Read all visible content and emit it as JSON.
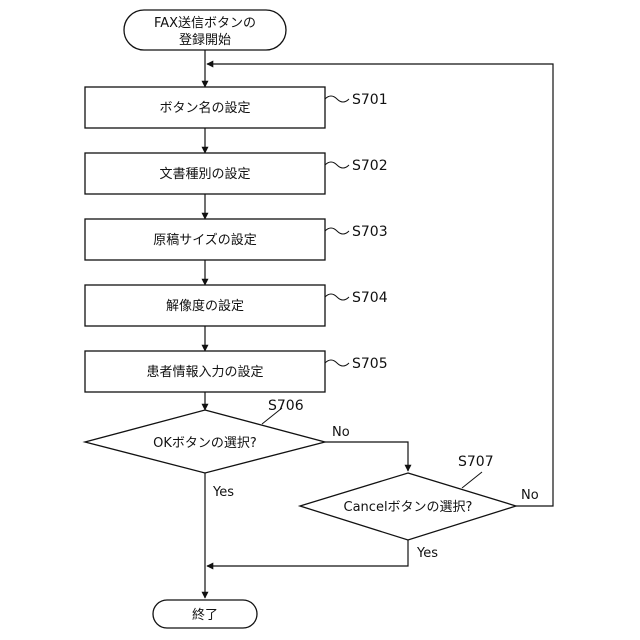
{
  "nodes": {
    "start": {
      "line1": "FAX送信ボタンの",
      "line2": "登録開始"
    },
    "s701": {
      "text": "ボタン名の設定",
      "step": "S701"
    },
    "s702": {
      "text": "文書種別の設定",
      "step": "S702"
    },
    "s703": {
      "text": "原稿サイズの設定",
      "step": "S703"
    },
    "s704": {
      "text": "解像度の設定",
      "step": "S704"
    },
    "s705": {
      "text": "患者情報入力の設定",
      "step": "S705"
    },
    "s706": {
      "text": "OKボタンの選択?",
      "step": "S706"
    },
    "s707": {
      "text": "Cancelボタンの選択?",
      "step": "S707"
    },
    "end": {
      "text": "終了"
    }
  },
  "edges": {
    "s706_no": "No",
    "s706_yes": "Yes",
    "s707_no": "No",
    "s707_yes": "Yes"
  }
}
